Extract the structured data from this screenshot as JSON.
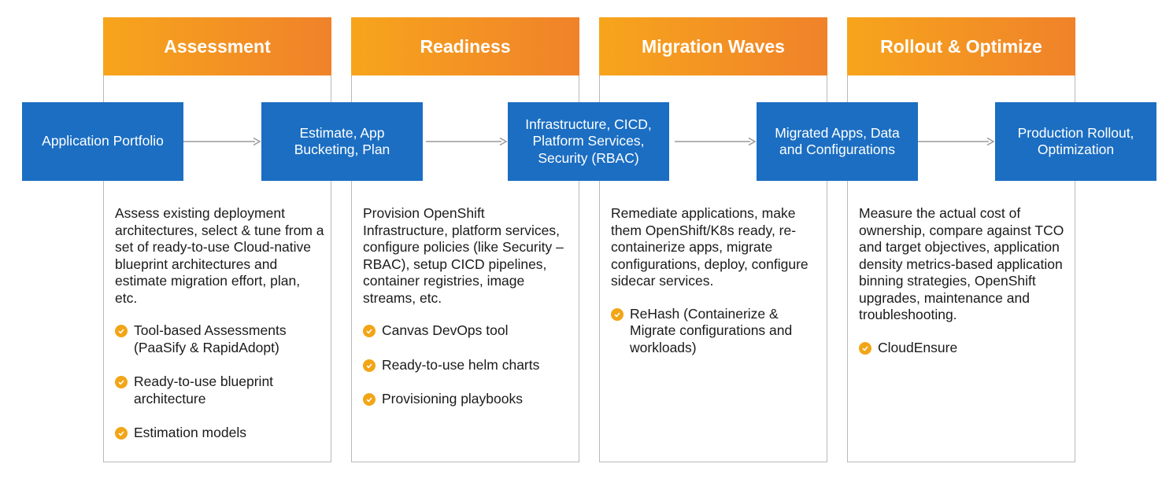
{
  "columns": [
    {
      "title": "Assessment",
      "description": "Assess existing deployment architectures, select & tune from a set of ready-to-use Cloud-native blueprint architectures and estimate migration effort, plan, etc.",
      "bullets": [
        "Tool-based Assessments (PaaSify & RapidAdopt)",
        "Ready-to-use blueprint architecture",
        "Estimation models"
      ]
    },
    {
      "title": "Readiness",
      "description": "Provision OpenShift Infrastructure, platform services, configure policies (like Security – RBAC), setup CICD pipelines, container registries, image streams, etc.",
      "bullets": [
        "Canvas DevOps tool",
        "Ready-to-use helm charts",
        "Provisioning playbooks"
      ]
    },
    {
      "title": "Migration Waves",
      "description": "Remediate applications, make them OpenShift/K8s ready, re-containerize apps, migrate configurations, deploy, configure sidecar services.",
      "bullets": [
        "ReHash (Containerize & Migrate configurations and workloads)"
      ]
    },
    {
      "title": "Rollout & Optimize",
      "description": "Measure the actual cost of ownership, compare against TCO and target objectives, application density metrics-based application binning strategies, OpenShift upgrades, maintenance and troubleshooting.",
      "bullets": [
        "CloudEnsure"
      ]
    }
  ],
  "steps": [
    "Application Portfolio",
    "Estimate, App Bucketing, Plan",
    "Infrastructure, CICD, Platform Services, Security (RBAC)",
    "Migrated Apps, Data and Configurations",
    "Production Rollout, Optimization"
  ],
  "colors": {
    "header_start": "#f7a51c",
    "header_end": "#f0822a",
    "step_box": "#1b6ec2",
    "check": "#f2a516",
    "arrow": "#999999"
  },
  "icons": {
    "bullet": "check-circle-icon",
    "connector": "arrow-right-icon"
  }
}
